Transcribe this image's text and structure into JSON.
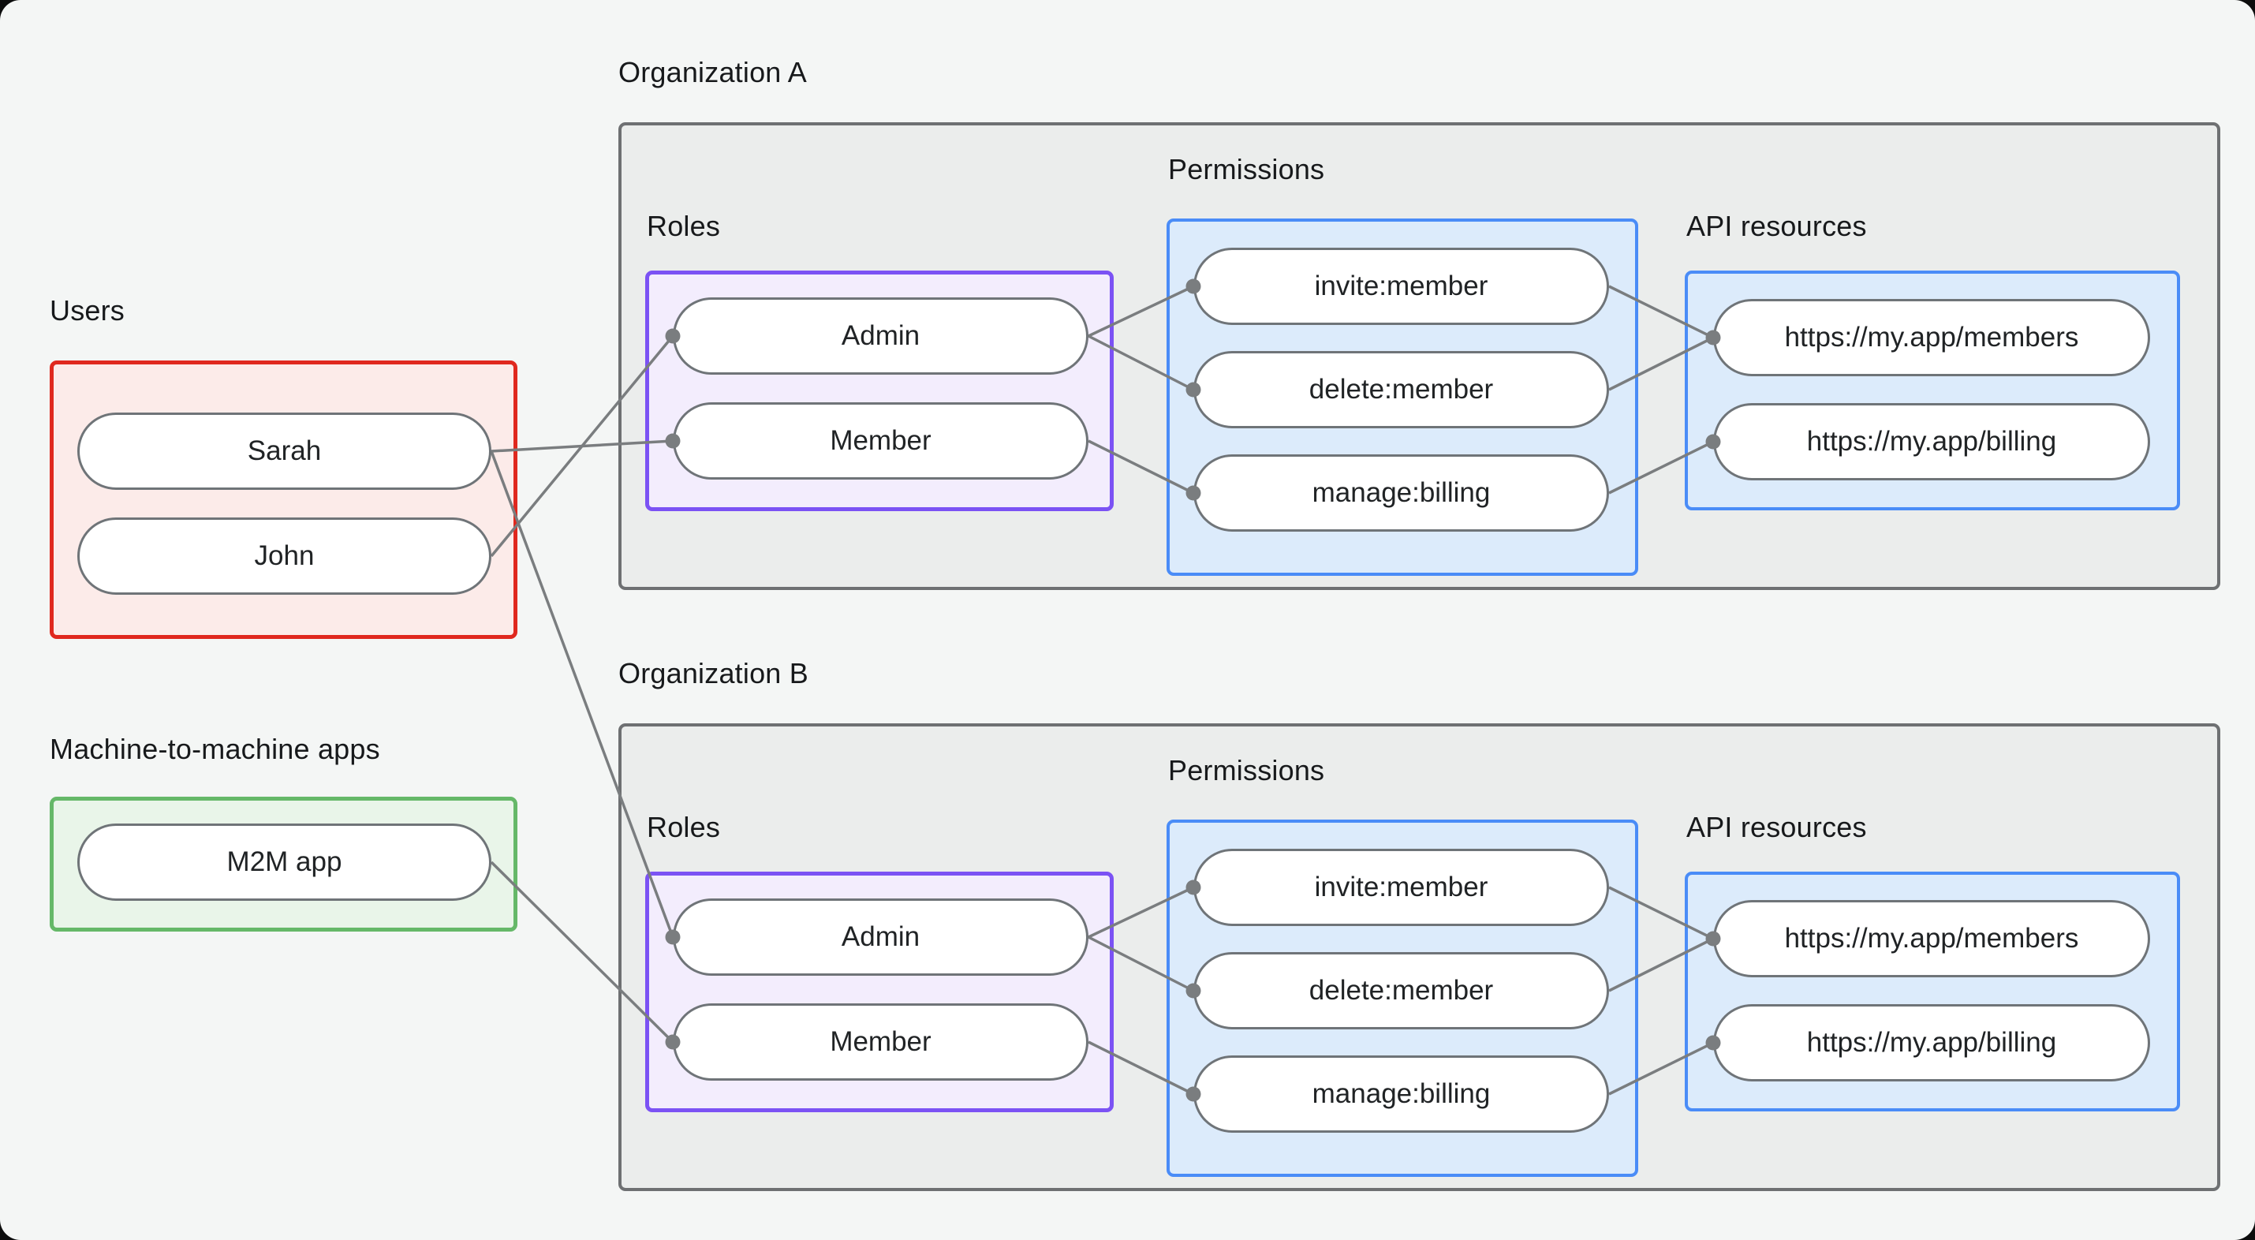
{
  "page": {
    "background": "#f4f6f5",
    "edge_color": "#7a7d7f",
    "text_color": "#17191b"
  },
  "users_group": {
    "label": "Users",
    "accent": "#e0281e",
    "fill": "#fcebe9",
    "items": [
      {
        "id": "user-sarah",
        "label": "Sarah"
      },
      {
        "id": "user-john",
        "label": "John"
      }
    ]
  },
  "m2m_group": {
    "label": "Machine-to-machine apps",
    "accent": "#65b868",
    "fill": "#e9f5e9",
    "items": [
      {
        "id": "m2m-app",
        "label": "M2M app"
      }
    ]
  },
  "org_a": {
    "title": "Organization A",
    "roles": {
      "label": "Roles",
      "accent": "#7b52f4",
      "items": [
        {
          "id": "org-a-role-admin",
          "label": "Admin"
        },
        {
          "id": "org-a-role-member",
          "label": "Member"
        }
      ]
    },
    "permissions": {
      "label": "Permissions",
      "accent": "#4a8cf7",
      "items": [
        {
          "id": "org-a-perm-invite-member",
          "label": "invite:member"
        },
        {
          "id": "org-a-perm-delete-member",
          "label": "delete:member"
        },
        {
          "id": "org-a-perm-manage-billing",
          "label": "manage:billing"
        }
      ]
    },
    "api_resources": {
      "label": "API resources",
      "accent": "#4a8cf7",
      "items": [
        {
          "id": "org-a-api-members",
          "label": "https://my.app/members"
        },
        {
          "id": "org-a-api-billing",
          "label": "https://my.app/billing"
        }
      ]
    }
  },
  "org_b": {
    "title": "Organization B",
    "roles": {
      "label": "Roles",
      "accent": "#7b52f4",
      "items": [
        {
          "id": "org-b-role-admin",
          "label": "Admin"
        },
        {
          "id": "org-b-role-member",
          "label": "Member"
        }
      ]
    },
    "permissions": {
      "label": "Permissions",
      "accent": "#4a8cf7",
      "items": [
        {
          "id": "org-b-perm-invite-member",
          "label": "invite:member"
        },
        {
          "id": "org-b-perm-delete-member",
          "label": "delete:member"
        },
        {
          "id": "org-b-perm-manage-billing",
          "label": "manage:billing"
        }
      ]
    },
    "api_resources": {
      "label": "API resources",
      "accent": "#4a8cf7",
      "items": [
        {
          "id": "org-b-api-members",
          "label": "https://my.app/members"
        },
        {
          "id": "org-b-api-billing",
          "label": "https://my.app/billing"
        }
      ]
    }
  },
  "connections": [
    {
      "from": "user-sarah",
      "to": "org-a-role-member"
    },
    {
      "from": "user-john",
      "to": "org-a-role-admin"
    },
    {
      "from": "user-sarah",
      "to": "org-b-role-admin"
    },
    {
      "from": "m2m-app",
      "to": "org-b-role-member"
    },
    {
      "from": "org-a-role-admin",
      "to": "org-a-perm-invite-member"
    },
    {
      "from": "org-a-role-admin",
      "to": "org-a-perm-delete-member"
    },
    {
      "from": "org-a-role-member",
      "to": "org-a-perm-manage-billing"
    },
    {
      "from": "org-a-perm-invite-member",
      "to": "org-a-api-members"
    },
    {
      "from": "org-a-perm-delete-member",
      "to": "org-a-api-members"
    },
    {
      "from": "org-a-perm-manage-billing",
      "to": "org-a-api-billing"
    },
    {
      "from": "org-b-role-admin",
      "to": "org-b-perm-invite-member"
    },
    {
      "from": "org-b-role-admin",
      "to": "org-b-perm-delete-member"
    },
    {
      "from": "org-b-role-member",
      "to": "org-b-perm-manage-billing"
    },
    {
      "from": "org-b-perm-invite-member",
      "to": "org-b-api-members"
    },
    {
      "from": "org-b-perm-delete-member",
      "to": "org-b-api-members"
    },
    {
      "from": "org-b-perm-manage-billing",
      "to": "org-b-api-billing"
    }
  ]
}
